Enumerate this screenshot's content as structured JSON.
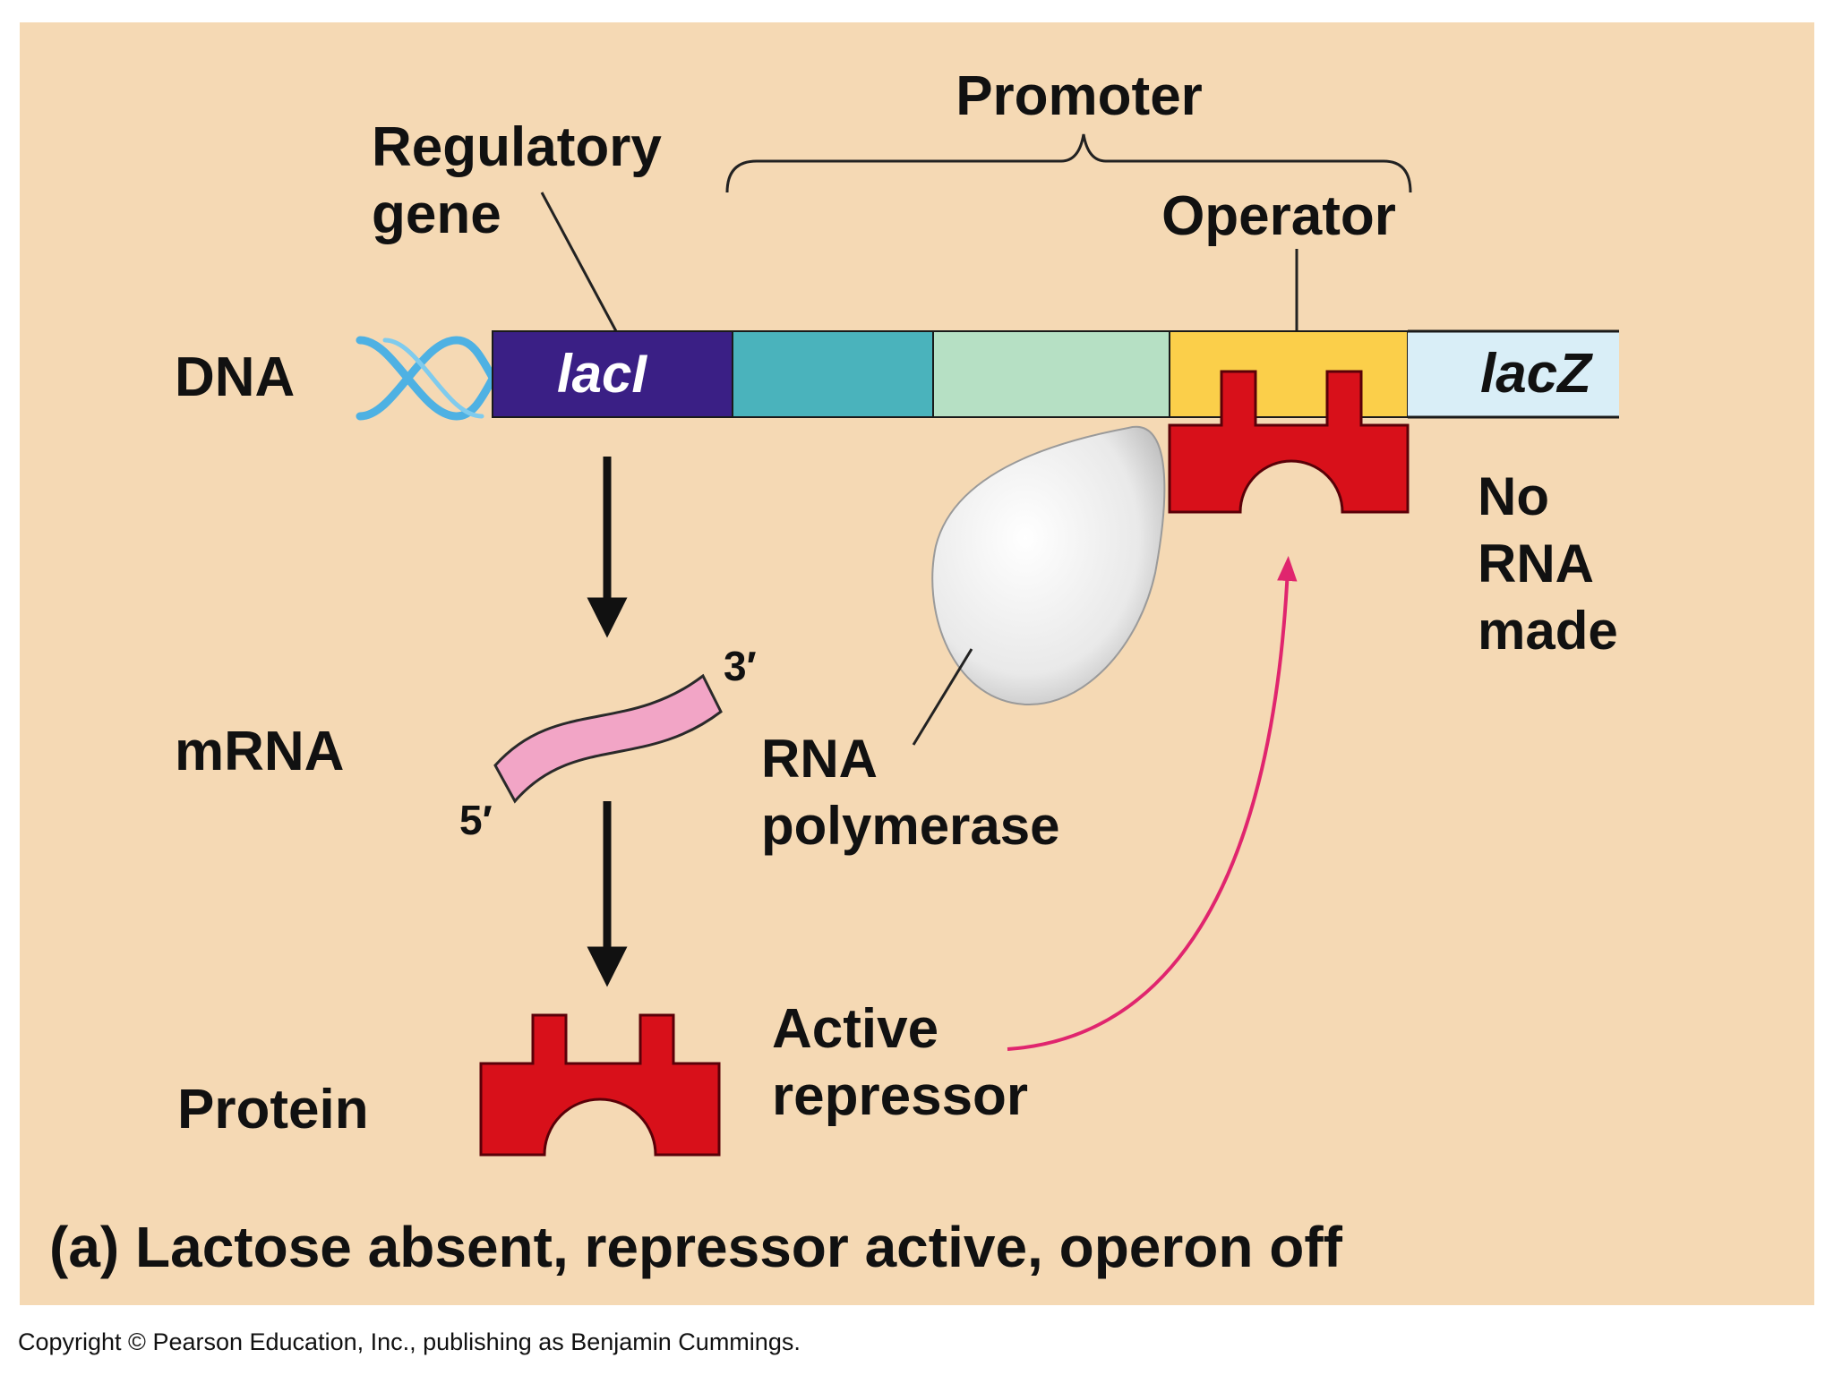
{
  "labels": {
    "promoter": "Promoter",
    "regulatory_gene_line1": "Regulatory",
    "regulatory_gene_line2": "gene",
    "operator": "Operator",
    "dna": "DNA",
    "laci_gene": "lacI",
    "lacz_gene": "lacZ",
    "no_rna_line1": "No",
    "no_rna_line2": "RNA",
    "no_rna_line3": "made",
    "mrna": "mRNA",
    "three_prime": "3′",
    "five_prime": "5′",
    "rna_polymerase_line1": "RNA",
    "rna_polymerase_line2": "polymerase",
    "protein": "Protein",
    "active_repressor_line1": "Active",
    "active_repressor_line2": "repressor"
  },
  "caption": "(a) Lactose absent, repressor active, operon off",
  "copyright": "Copyright © Pearson Education, Inc., publishing as Benjamin Cummings.",
  "colors": {
    "background_panel": "#f5d9b4",
    "laci": "#3a1f85",
    "promoter_segment_1": "#4ab3bc",
    "promoter_segment_2": "#b6e0c4",
    "operator": "#fbcf4a",
    "lacz": "#d9eef7",
    "repressor": "#d8101a",
    "mrna": "#f2a5c6",
    "rna_polymerase": "#f2f2f2",
    "dna_helix": "#4eb1e3",
    "binding_arrow": "#e0256e"
  }
}
